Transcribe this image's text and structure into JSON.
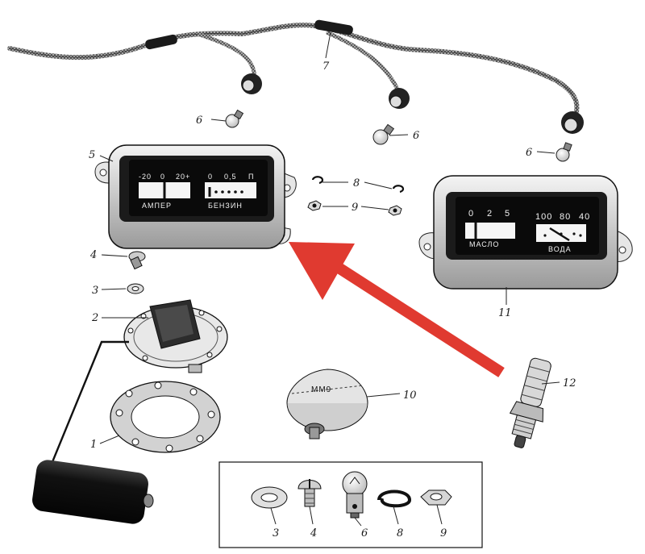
{
  "labels": {
    "cable_harness": "7",
    "bulb_left": "6",
    "bulb_mid": "6",
    "bulb_right": "6",
    "gauge_left": "5",
    "clip": "8",
    "nut": "9",
    "screw": "4",
    "washer": "3",
    "sender": "2",
    "gasket": "1",
    "pressure_sender": "10",
    "gauge_right": "11",
    "temp_sender": "12",
    "kit_washer": "3",
    "kit_screw": "4",
    "kit_bulb": "6",
    "kit_clip": "8",
    "kit_nut": "9"
  },
  "gauge_left": {
    "ammeter_scale": [
      "-20",
      "0",
      "20+"
    ],
    "ammeter_word": "АМПЕР",
    "fuel_scale": [
      "0",
      "0,5",
      "П"
    ],
    "fuel_word": "БЕНЗИН"
  },
  "gauge_right": {
    "oil_scale": [
      "0",
      "2",
      "5"
    ],
    "oil_word": "МАСЛО",
    "water_scale": [
      "100",
      "80",
      "40"
    ],
    "water_word": "ВОДА"
  },
  "pressure_sender_text": "ММ9",
  "colors": {
    "arrow": "#e03a30",
    "ink": "#1a1a1a",
    "paper": "#ffffff"
  }
}
